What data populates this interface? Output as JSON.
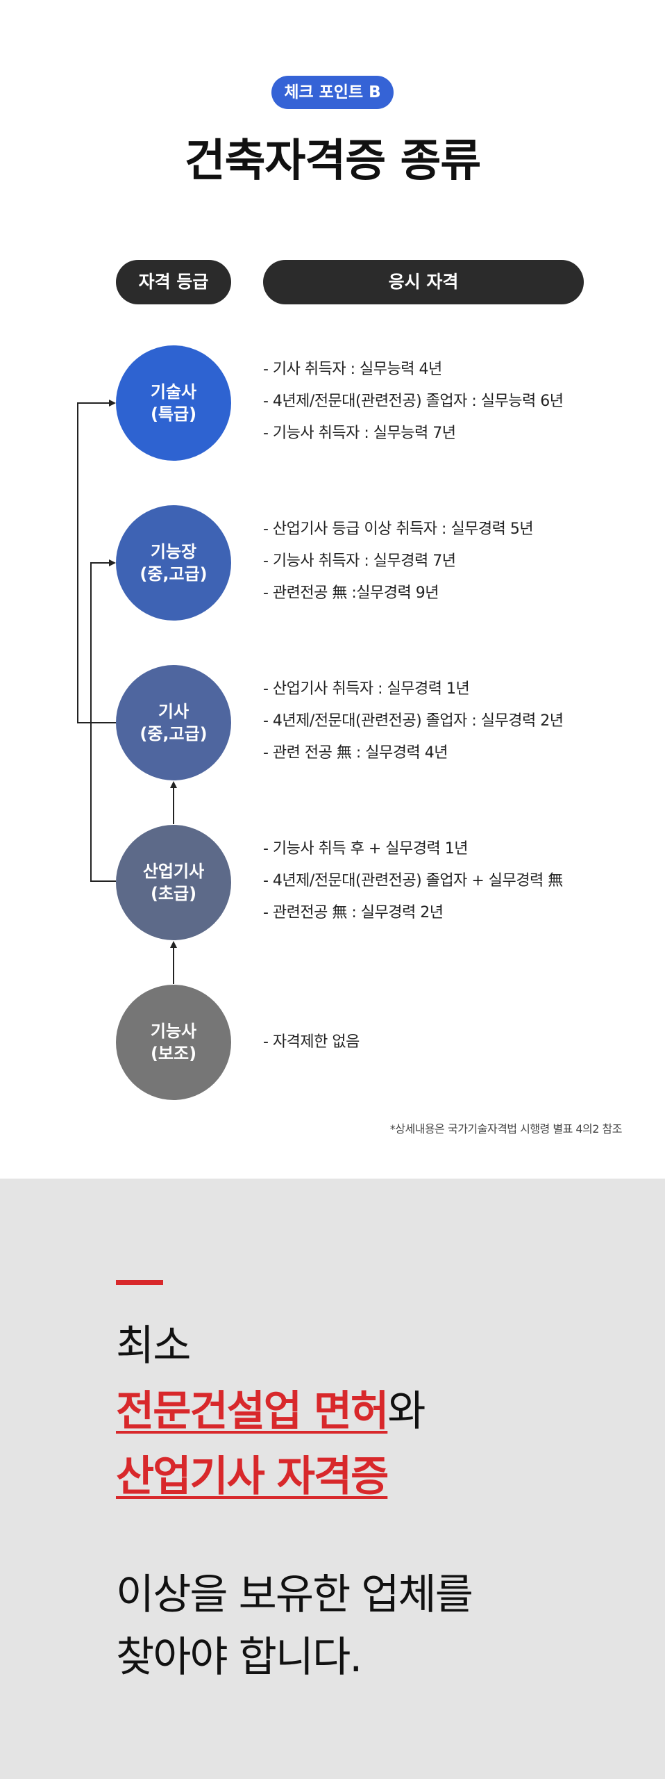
{
  "header": {
    "badge": "체크 포인트 B",
    "title": "건축자격증 종류"
  },
  "table_headers": {
    "grade": "자격 등급",
    "qualification": "응시 자격"
  },
  "levels": [
    {
      "name": "기술사",
      "sub": "(특급)",
      "color": "#2e63d1",
      "requirements": [
        "- 기사 취득자 : 실무능력 4년",
        "- 4년제/전문대(관련전공) 졸업자 : 실무능력 6년",
        "- 기능사 취득자 : 실무능력 7년"
      ]
    },
    {
      "name": "기능장",
      "sub": "(중,고급)",
      "color": "#3e63b4",
      "requirements": [
        "- 산업기사 등급 이상 취득자 : 실무경력 5년",
        "- 기능사 취득자 : 실무경력 7년",
        "- 관련전공 無 :실무경력 9년"
      ]
    },
    {
      "name": "기사",
      "sub": "(중,고급)",
      "color": "#4f669f",
      "requirements": [
        "- 산업기사 취득자 : 실무경력 1년",
        "- 4년제/전문대(관련전공) 졸업자 : 실무경력 2년",
        "- 관련 전공 無 : 실무경력 4년"
      ]
    },
    {
      "name": "산업기사",
      "sub": "(초급)",
      "color": "#5d6a89",
      "requirements": [
        "- 기능사 취득 후 + 실무경력 1년",
        "- 4년제/전문대(관련전공) 졸업자 + 실무경력 無",
        "- 관련전공 無 : 실무경력 2년"
      ]
    },
    {
      "name": "기능사",
      "sub": "(보조)",
      "color": "#767676",
      "requirements": [
        "- 자격제한 없음"
      ]
    }
  ],
  "footnote": "*상세내용은 국가기술자격법 시행령 별표 4의2 참조",
  "summary": {
    "line1": "최소",
    "highlight1": "전문건설업 면허",
    "line2_suffix": "와",
    "highlight2": "산업기사 자격증",
    "line4": "이상을 보유한 업체를",
    "line5": "찾아야 합니다."
  },
  "colors": {
    "accent_blue": "#3563d6",
    "accent_red": "#d8282b",
    "dark_pill": "#2b2b2b",
    "bottom_bg": "#e4e4e4"
  }
}
